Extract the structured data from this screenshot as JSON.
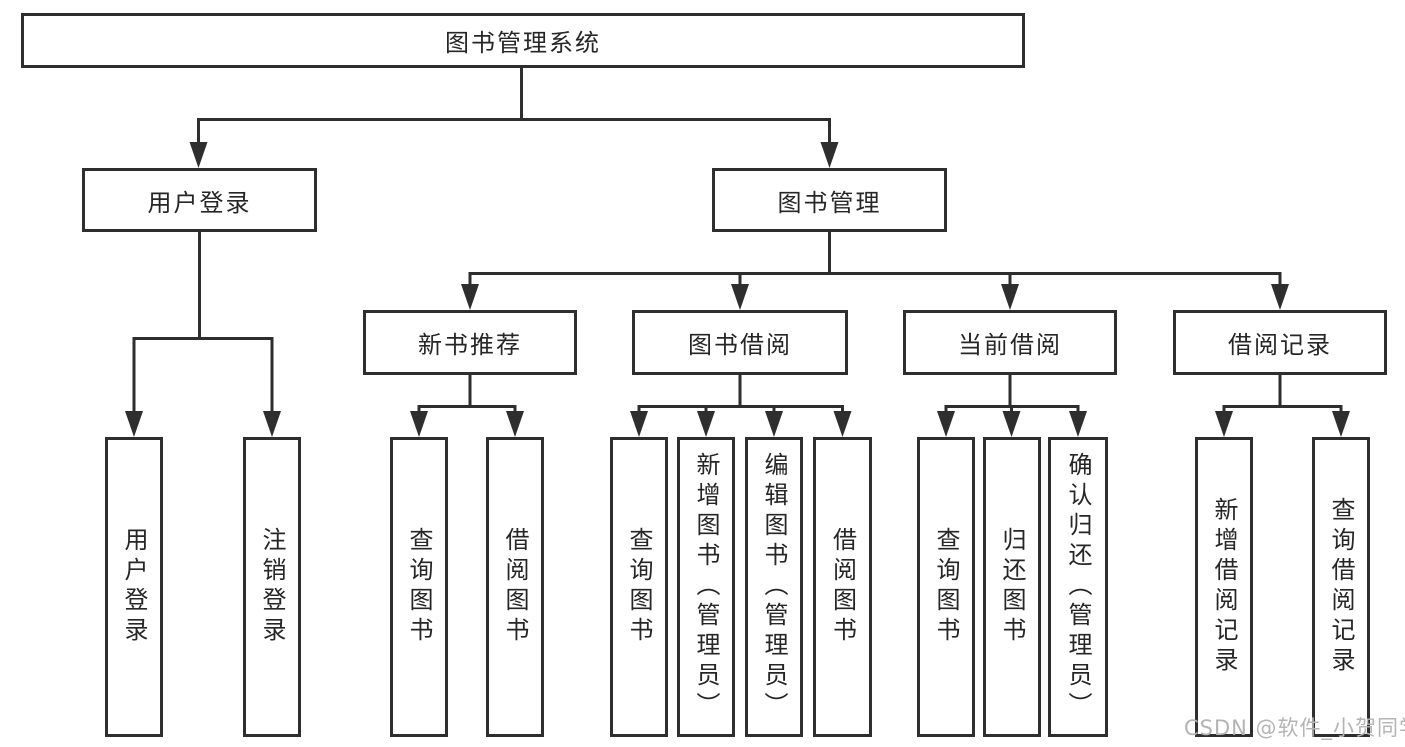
{
  "diagram": {
    "title_node": {
      "label": "图书管理系统"
    },
    "level2": [
      {
        "id": "user-login",
        "label": "用户登录"
      },
      {
        "id": "book-management",
        "label": "图书管理"
      }
    ],
    "level3": [
      {
        "id": "new-book-recommendation",
        "label": "新书推荐",
        "parent": "图书管理"
      },
      {
        "id": "book-borrowing",
        "label": "图书借阅",
        "parent": "图书管理"
      },
      {
        "id": "current-borrowing",
        "label": "当前借阅",
        "parent": "图书管理"
      },
      {
        "id": "borrowing-records",
        "label": "借阅记录",
        "parent": "图书管理"
      }
    ],
    "leaves": [
      {
        "label": "用户登录",
        "parent": "用户登录"
      },
      {
        "label": "注销登录",
        "parent": "用户登录"
      },
      {
        "label": "查询图书",
        "parent": "新书推荐"
      },
      {
        "label": "借阅图书",
        "parent": "新书推荐"
      },
      {
        "label": "查询图书",
        "parent": "图书借阅"
      },
      {
        "label": "新增图书（管理员）",
        "parent": "图书借阅"
      },
      {
        "label": "编辑图书（管理员）",
        "parent": "图书借阅"
      },
      {
        "label": "借阅图书",
        "parent": "图书借阅"
      },
      {
        "label": "查询图书",
        "parent": "当前借阅"
      },
      {
        "label": "归还图书",
        "parent": "当前借阅"
      },
      {
        "label": "确认归还（管理员）",
        "parent": "当前借阅"
      },
      {
        "label": "新增借阅记录",
        "parent": "借阅记录"
      },
      {
        "label": "查询借阅记录",
        "parent": "借阅记录"
      }
    ]
  },
  "colors": {
    "line": "#2e2e2e",
    "box_background": "#ffffff",
    "text": "#262626",
    "watermark": "#b4b4b4"
  },
  "watermark": {
    "text": "CSDN @软件_小贺同学"
  }
}
